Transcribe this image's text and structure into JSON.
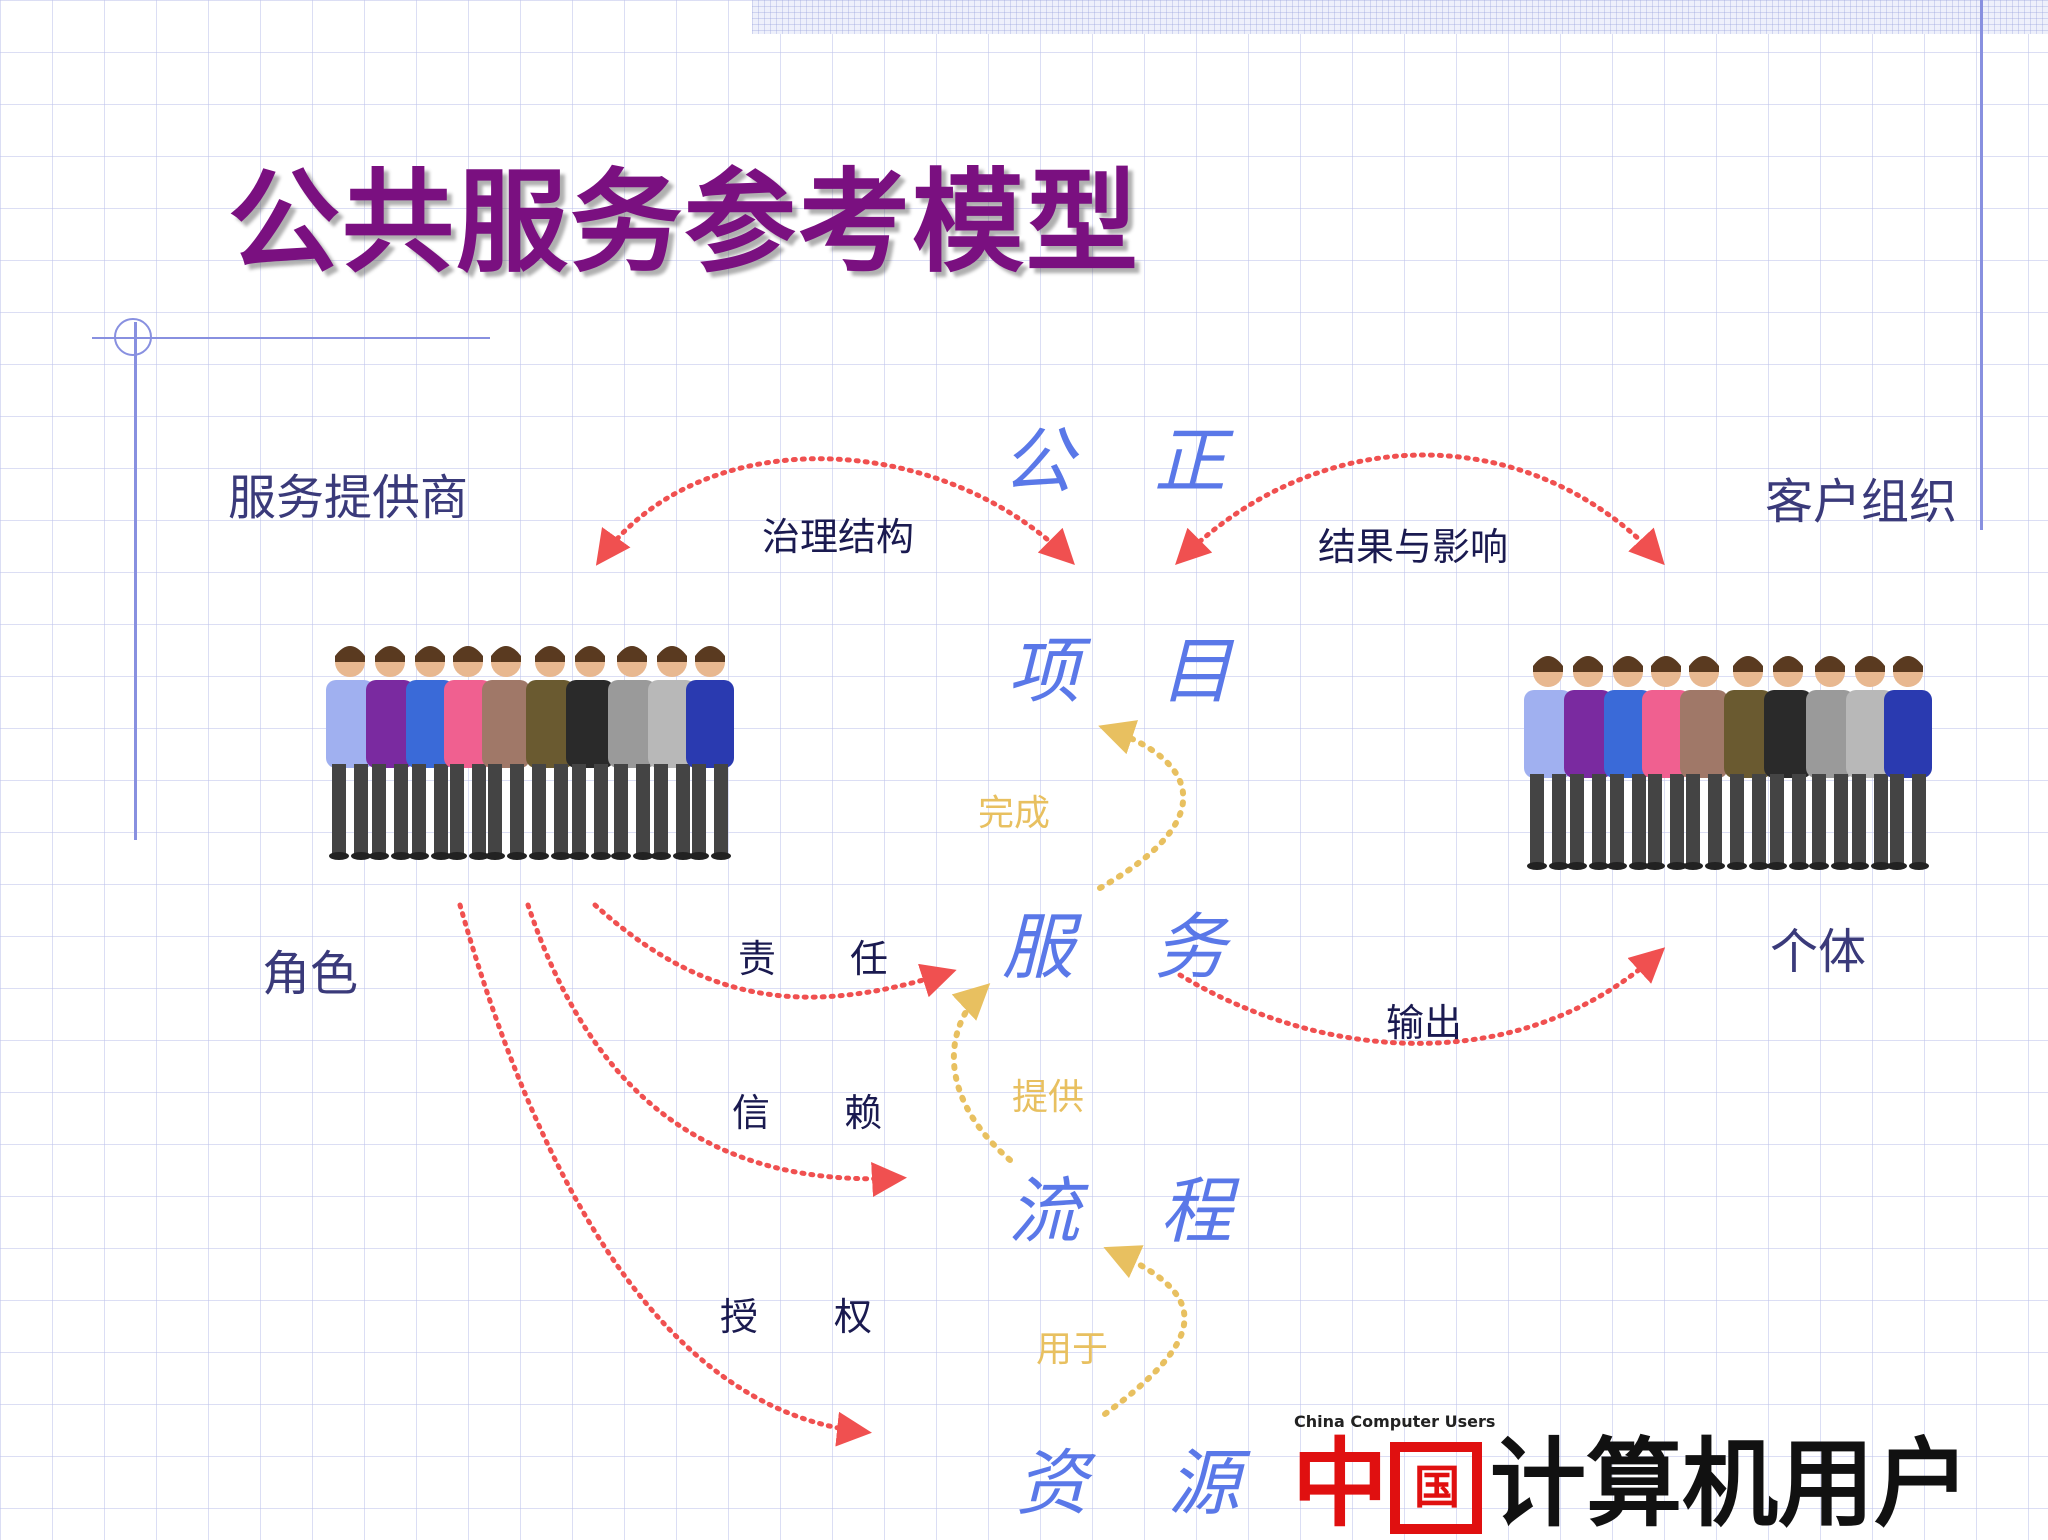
{
  "title": "公共服务参考模型",
  "provider_label": "服务提供商",
  "client_label": "客户组织",
  "role_label": "角色",
  "individual_label": "个体",
  "nodes": {
    "fairness": "公正",
    "project": "项目",
    "service": "服务",
    "process": "流程",
    "resource": "资源"
  },
  "edges": {
    "governance": "治理结构",
    "outcome": "结果与影响",
    "responsibility": "责　任",
    "trust": "信　赖",
    "authorization": "授　　权",
    "output": "输出",
    "complete": "完成",
    "provide": "提供",
    "used_for": "用于"
  },
  "colors": {
    "title": "#7a1080",
    "node_text": "#5a78e8",
    "red_arrow": "#f05050",
    "gold_arrow": "#e8c060",
    "logo_red": "#e01010"
  },
  "logo": {
    "subtitle": "China Computer Users",
    "zhong": "中",
    "guo": "国",
    "rest": "计算机用户"
  }
}
